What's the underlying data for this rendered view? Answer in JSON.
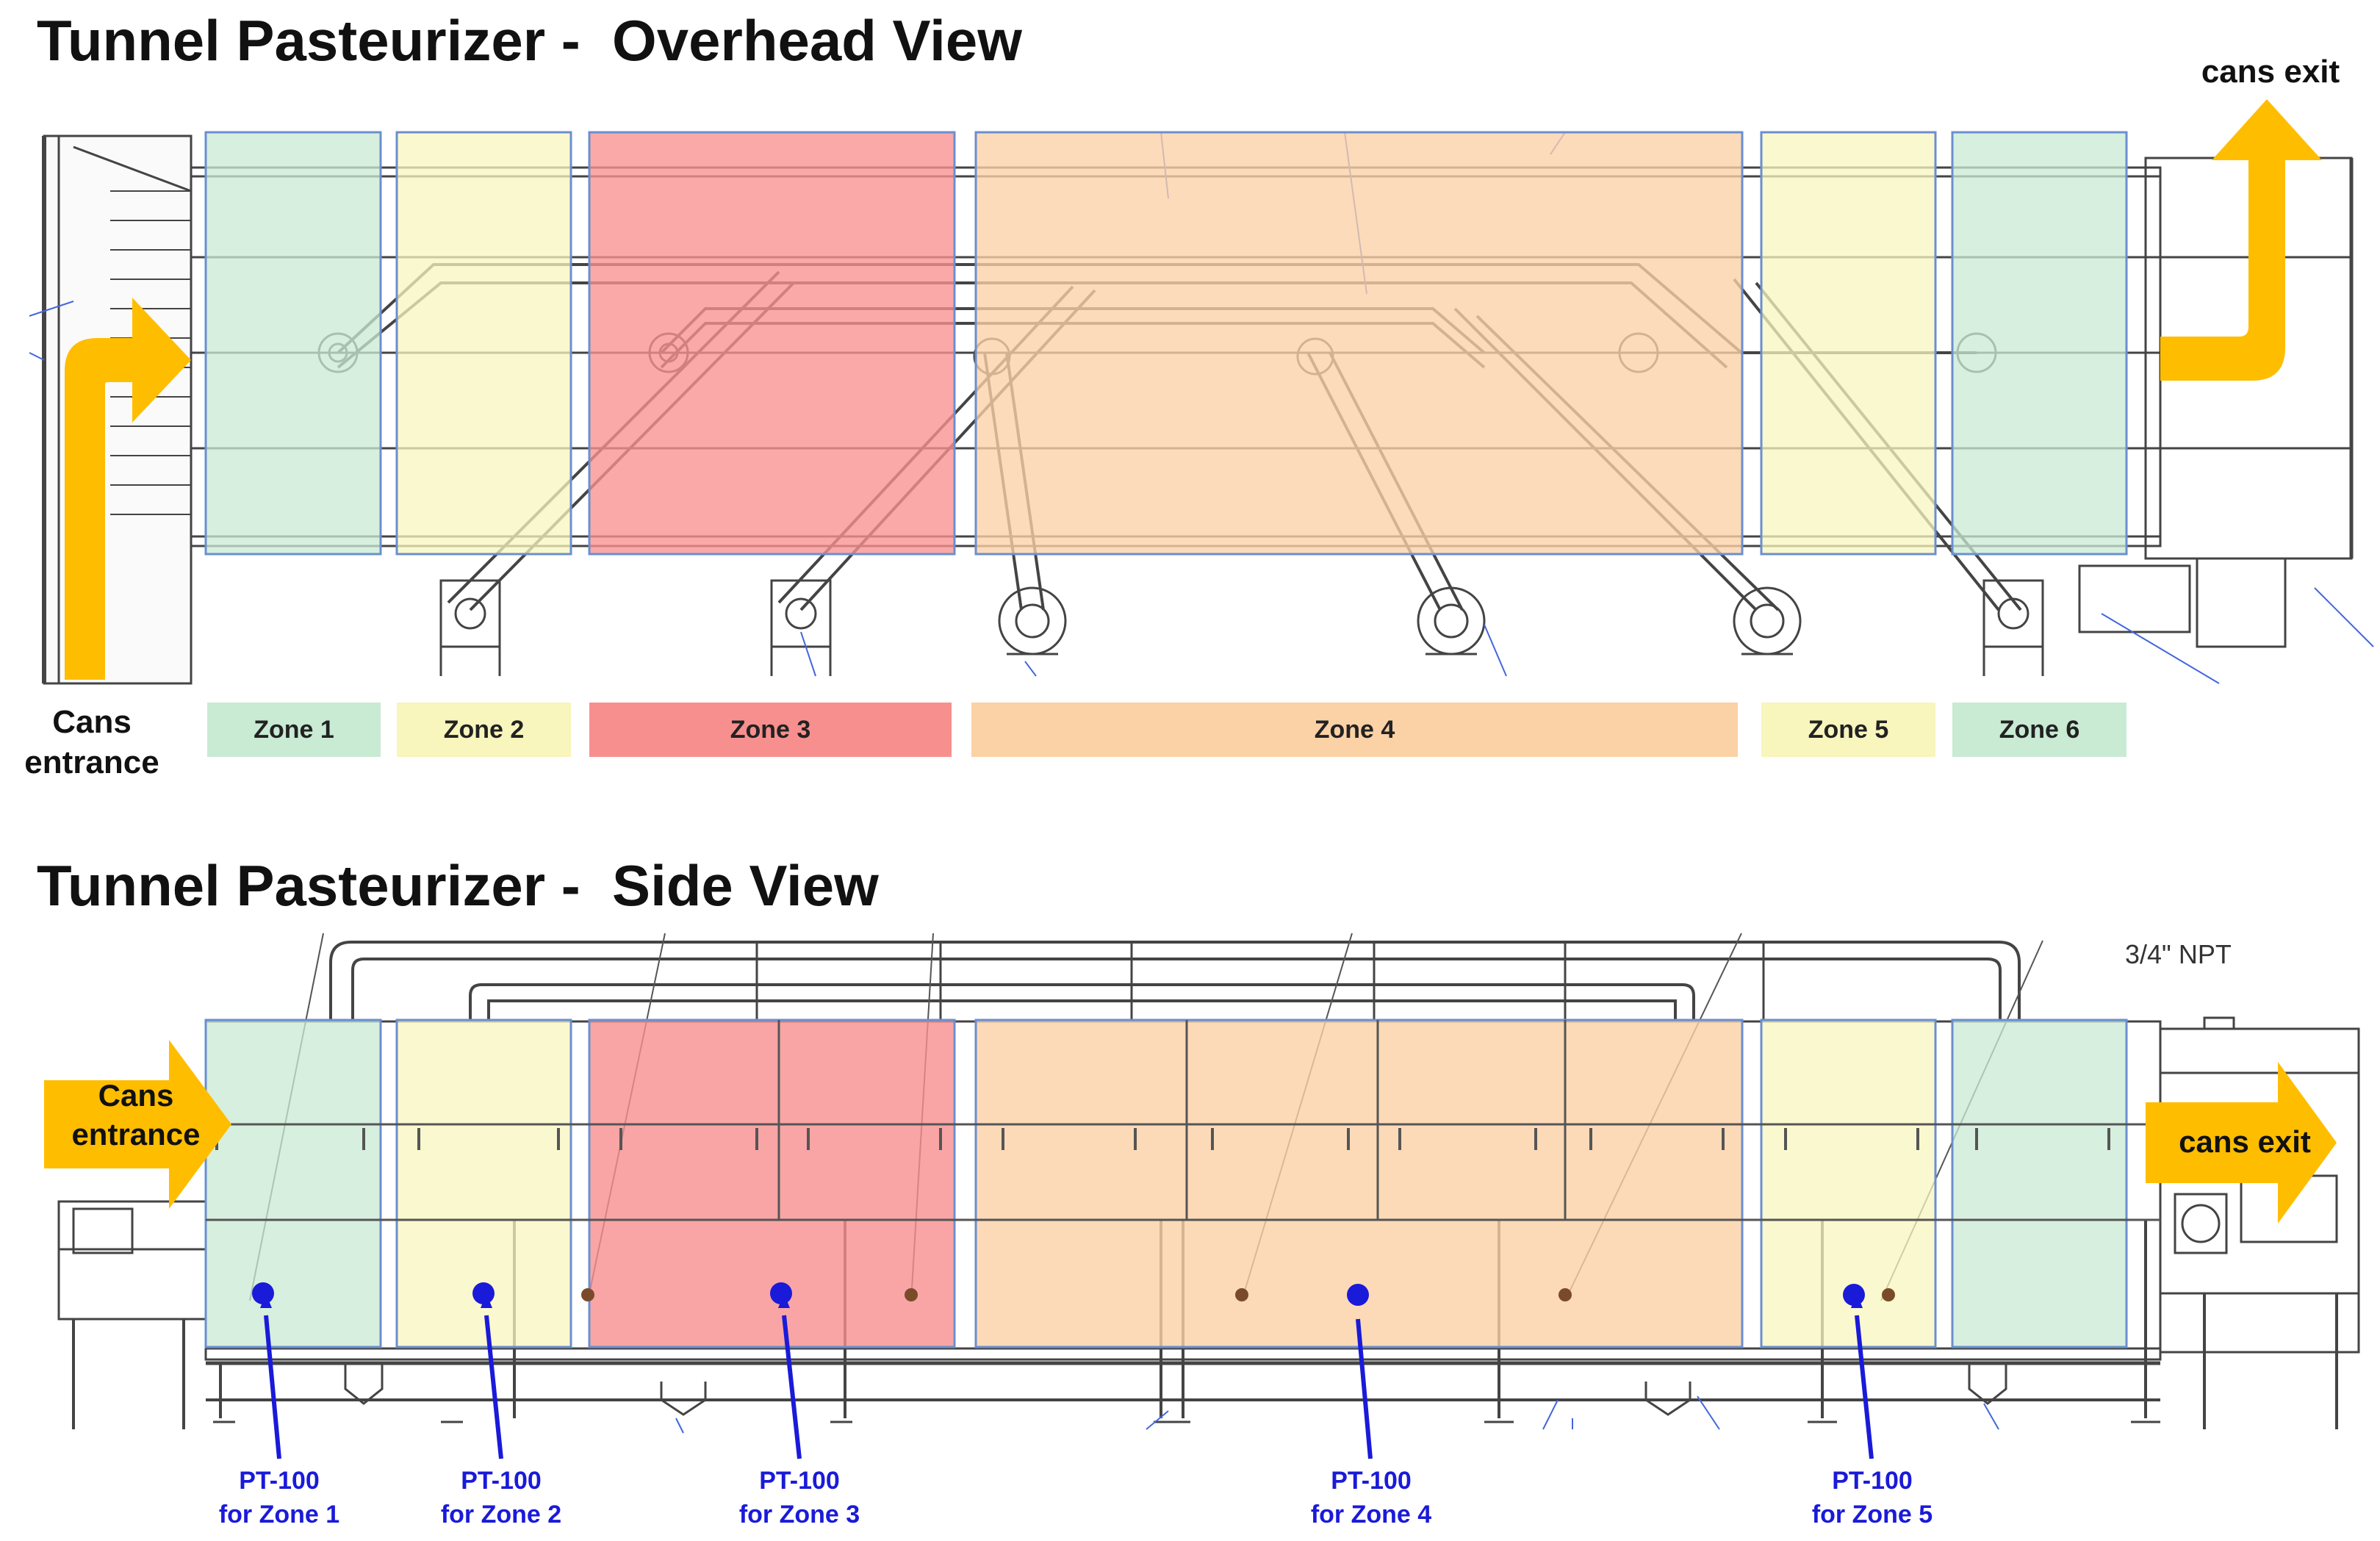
{
  "titles": {
    "overhead": "Tunnel Pasteurizer -  Overhead View",
    "side": "Tunnel Pasteurizer -  Side View"
  },
  "overhead": {
    "entrance_label": "Cans entrance",
    "exit_label": "cans exit",
    "zones": [
      {
        "label": "Zone 1",
        "color": "#c9ead3"
      },
      {
        "label": "Zone 2",
        "color": "#f8f5bd"
      },
      {
        "label": "Zone 3",
        "color": "#f88f8f"
      },
      {
        "label": "Zone 4",
        "color": "#fbd1a6"
      },
      {
        "label": "Zone 5",
        "color": "#f8f5bd"
      },
      {
        "label": "Zone 6",
        "color": "#c9ead3"
      }
    ]
  },
  "side": {
    "entrance_label": "Cans entrance",
    "exit_label": "cans exit",
    "npt_label": "3/4\" NPT",
    "sensors": [
      {
        "line1": "PT-100",
        "line2": "for Zone 1"
      },
      {
        "line1": "PT-100",
        "line2": "for Zone 2"
      },
      {
        "line1": "PT-100",
        "line2": "for Zone 3"
      },
      {
        "line1": "PT-100",
        "line2": "for Zone 4"
      },
      {
        "line1": "PT-100",
        "line2": "for Zone 5"
      }
    ]
  },
  "colors": {
    "arrow": "#ffbd00",
    "sensor": "#1a1ad9",
    "zone_border": "#6a8fd0",
    "line_drawing": "#555555"
  }
}
